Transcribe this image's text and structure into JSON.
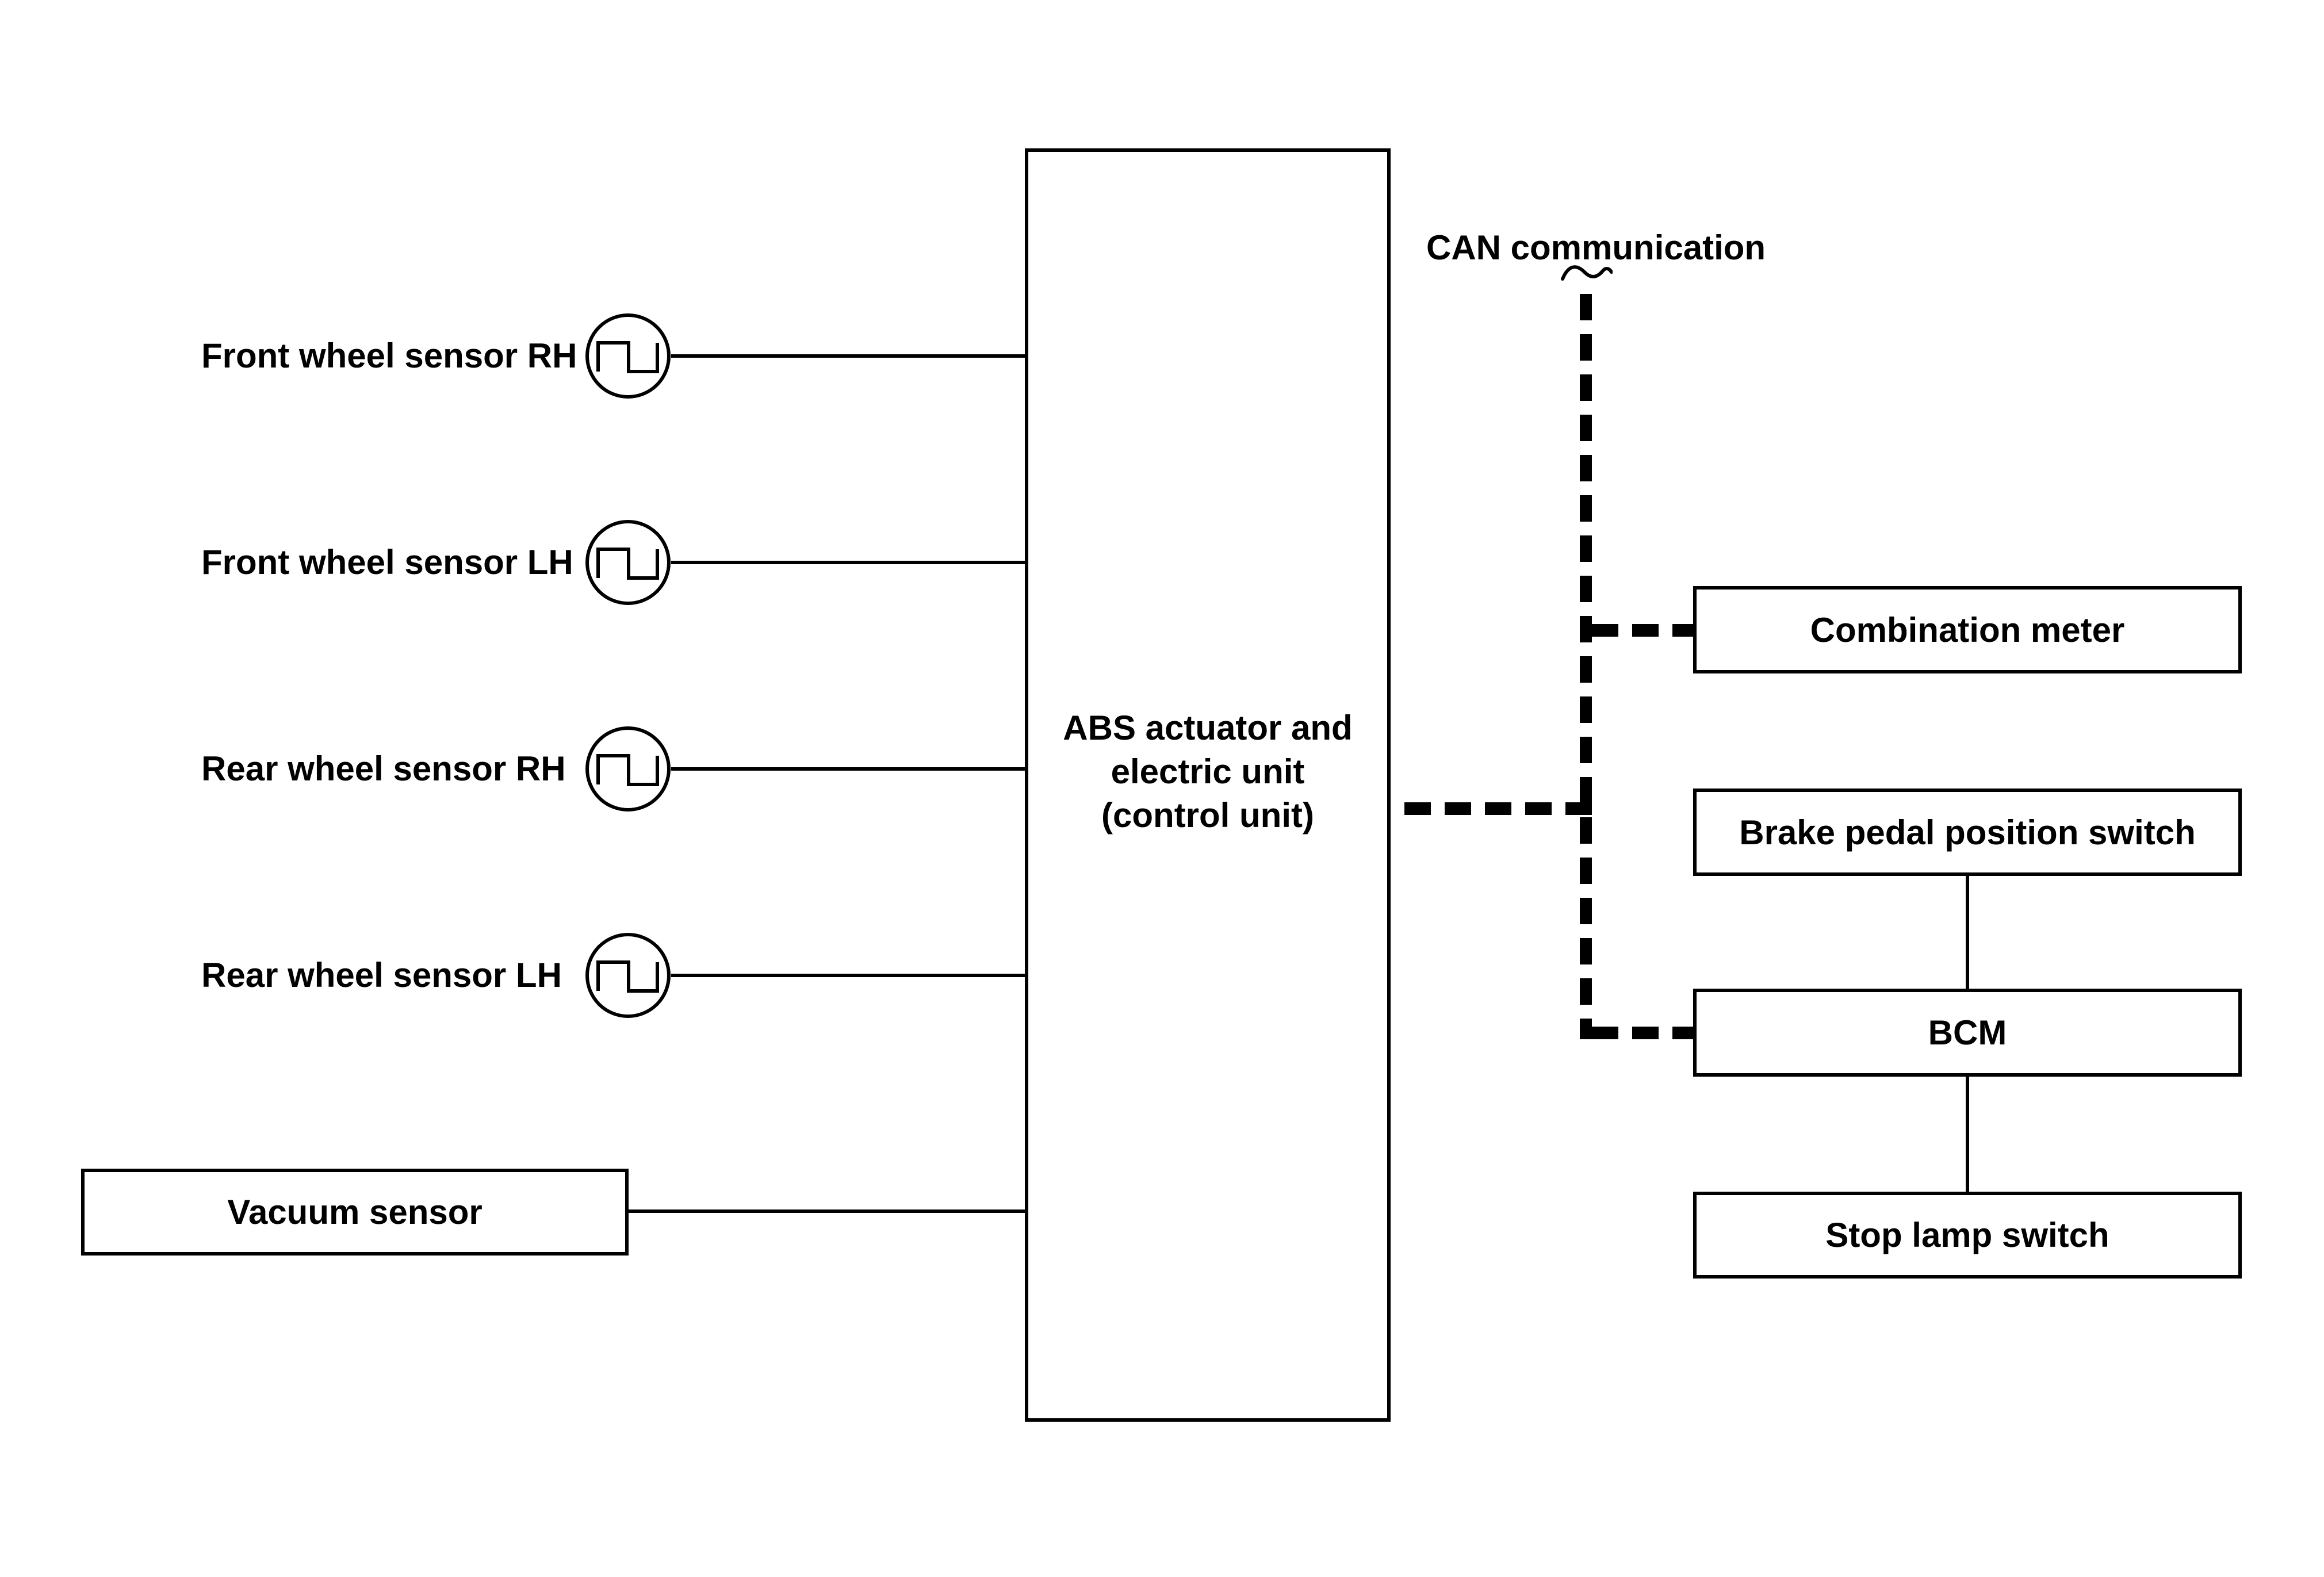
{
  "diagram": {
    "colors": {
      "line": "#000000",
      "background": "#ffffff"
    },
    "can_label": "CAN communication",
    "sensors": [
      {
        "label": "Front wheel sensor RH"
      },
      {
        "label": "Front wheel sensor LH"
      },
      {
        "label": "Rear wheel sensor RH"
      },
      {
        "label": "Rear wheel sensor LH"
      }
    ],
    "vacuum_sensor": {
      "label": "Vacuum sensor"
    },
    "abs_unit": {
      "line1": "ABS actuator and",
      "line2": "electric unit",
      "line3": "(control unit)"
    },
    "right_boxes": [
      {
        "label": "Combination meter"
      },
      {
        "label": "Brake pedal position switch"
      },
      {
        "label": "BCM"
      },
      {
        "label": "Stop lamp switch"
      }
    ]
  }
}
